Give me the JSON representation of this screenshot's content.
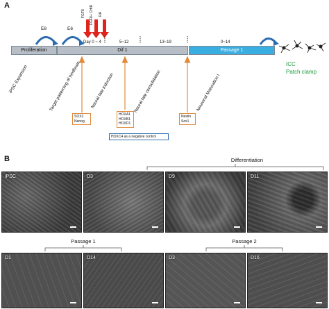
{
  "panel_a": {
    "letter": "A",
    "stages": [
      "Proliferation",
      "Dif 1",
      "Passage 1"
    ],
    "media": [
      "E8",
      "E6"
    ],
    "factors": [
      "FGF8",
      "FGF8+ CHIR",
      "RA"
    ],
    "day_ranges": [
      "Day 0 ~ 4",
      "5~12",
      "13~19",
      "0~14"
    ],
    "phases": [
      "iPSC Expansion",
      "Target patterning of hindbrain",
      "Neural fate induction",
      "Neural fate consolidation",
      "Neuronal Maturation I"
    ],
    "marker_boxes": [
      [
        "SOX2",
        "Nanog"
      ],
      [
        "HOXA1",
        "HOXB1",
        "HOXD1"
      ],
      [
        "Nestin",
        "Sox1"
      ]
    ],
    "control_label": "HOXC4 as a negative control",
    "outcomes": [
      "ICC",
      "Patch clamp"
    ],
    "colors": {
      "stage_grey": "#b8bec6",
      "passage_blue": "#3aaee0",
      "factor_red": "#e0241b",
      "marker_orange": "#e08a3a",
      "outcome_green": "#1c9c3a",
      "arc_blue": "#2b6cb0"
    }
  },
  "panel_b": {
    "letter": "B",
    "group_differentiation": "Differentiation",
    "group_passage1": "Passage 1",
    "group_passage2": "Passage 2",
    "row1_labels": [
      "iPSC",
      "D3",
      "D9",
      "D11"
    ],
    "row2_labels": [
      "D1",
      "D14",
      "D3",
      "D16"
    ]
  }
}
